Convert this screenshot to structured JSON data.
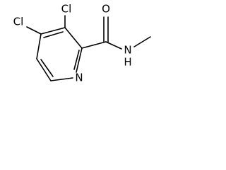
{
  "molecule": {
    "atoms": {
      "cl_top": "Cl",
      "cl_left": "Cl",
      "oxygen": "O",
      "amide_nh": "N",
      "amide_h": "H",
      "ring_n": "N"
    }
  }
}
